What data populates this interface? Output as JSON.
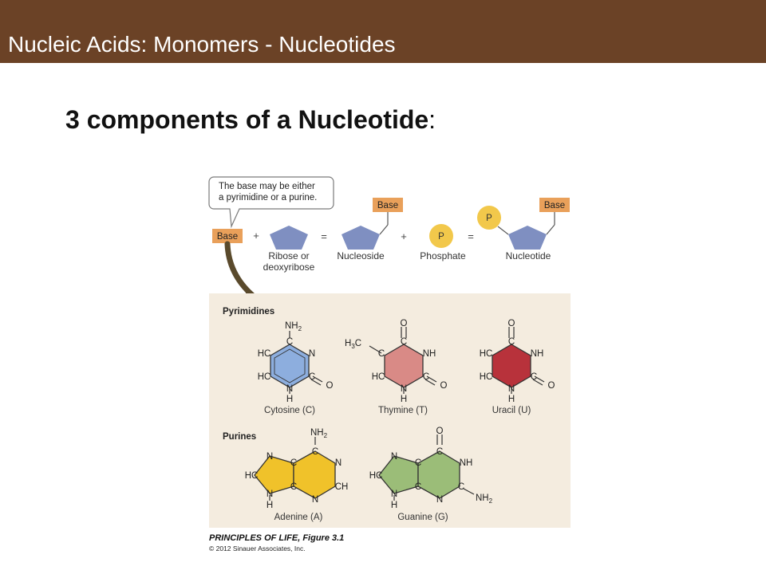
{
  "slide": {
    "title": "Nucleic Acids: Monomers - Nucleotides",
    "heading_bold": "3 components of a Nucleotide",
    "heading_colon": ":"
  },
  "colors": {
    "title_bar": "#6b4226",
    "base_box": "#e9a05a",
    "sugar": "#7f8fc1",
    "phosphate": "#f2c84b",
    "panel": "#f4ecdf",
    "cytosine": "#8daede",
    "thymine": "#d98a86",
    "uracil": "#b8323b",
    "adenine": "#f0c22a",
    "guanine": "#9bbd78"
  },
  "equation": {
    "callout": [
      "The base may be either",
      "a pyrimidine or a purine."
    ],
    "base_label": "Base",
    "plus": "+",
    "equals": "=",
    "phosphate_symbol": "P",
    "labels": {
      "sugar_line1": "Ribose or",
      "sugar_line2": "deoxyribose",
      "nucleoside": "Nucleoside",
      "phosphate": "Phosphate",
      "nucleotide": "Nucleotide"
    }
  },
  "bases": {
    "pyrimidines_heading": "Pyrimidines",
    "purines_heading": "Purines",
    "cytosine": {
      "name": "Cytosine (C)",
      "nh2": "NH",
      "nh2_sub": "2",
      "c": "C",
      "n": "N",
      "hc": "HC",
      "h": "H",
      "o": "O"
    },
    "thymine": {
      "name": "Thymine (T)",
      "h3c_h": "H",
      "h3c_sub": "3",
      "h3c_c": "C",
      "c": "C",
      "n": "N",
      "nh": "NH",
      "hc": "HC",
      "h": "H",
      "o": "O"
    },
    "uracil": {
      "name": "Uracil (U)",
      "c": "C",
      "n": "N",
      "nh": "NH",
      "hc": "HC",
      "h": "H",
      "o": "O"
    },
    "adenine": {
      "name": "Adenine (A)",
      "nh2": "NH",
      "nh2_sub": "2",
      "c": "C",
      "n": "N",
      "hc": "HC",
      "ch": "CH",
      "h": "H"
    },
    "guanine": {
      "name": "Guanine (G)",
      "nh2": "NH",
      "nh2_sub": "2",
      "c": "C",
      "n": "N",
      "nh": "NH",
      "hc": "HC",
      "h": "H",
      "o": "O"
    }
  },
  "credit": {
    "figure": "PRINCIPLES OF LIFE, Figure 3.1",
    "copyright": "© 2012 Sinauer Associates, Inc."
  }
}
